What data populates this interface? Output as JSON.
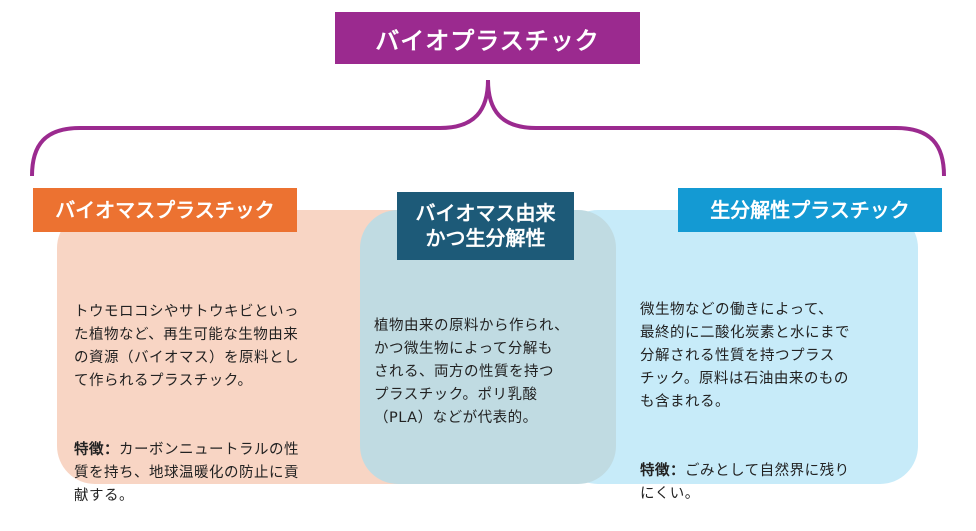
{
  "title": "バイオプラスチック",
  "colors": {
    "title": "#9b2a8f",
    "biomass": "#ec7231",
    "both": "#1d5a78",
    "biodegradable": "#149ad3"
  },
  "categories": [
    {
      "label": "バイオマスプラスチック",
      "description": "トウモロコシやサトウキビといっ\nた植物など、再生可能な生物由来\nの資源（バイオマス）を原料とし\nて作られるプラスチック。",
      "feature_label": "特徴：",
      "feature_text": "カーボンニュートラルの性\n質を持ち、地球温暖化の防止に貢\n献する。"
    },
    {
      "label": "バイオマス由来\nかつ生分解性",
      "description": "植物由来の原料から作られ、\nかつ微生物によって分解も\nされる、両方の性質を持つ\nプラスチック。ポリ乳酸\n（PLA）などが代表的。"
    },
    {
      "label": "生分解性プラスチック",
      "description": "微生物などの働きによって、\n最終的に二酸化炭素と水にまで\n分解される性質を持つプラス\nチック。原料は石油由来のもの\nも含まれる。",
      "feature_label": "特徴：",
      "feature_text": "ごみとして自然界に残り\nにくい。"
    }
  ]
}
